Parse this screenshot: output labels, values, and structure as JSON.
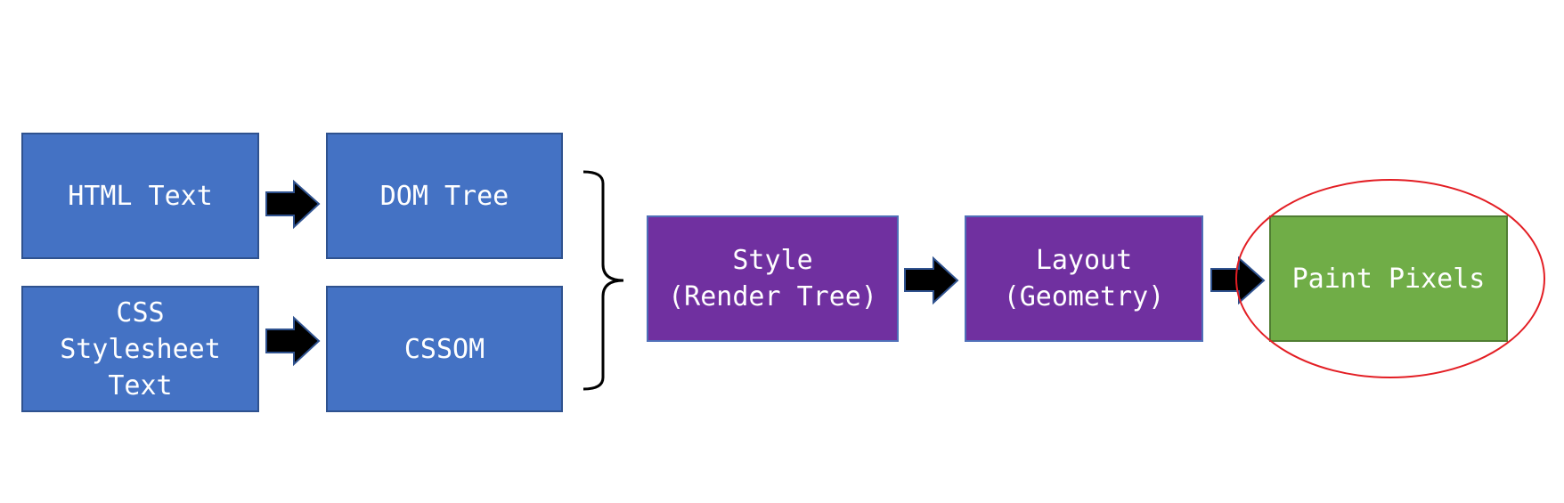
{
  "diagram": {
    "nodes": {
      "html_text": "HTML Text",
      "dom_tree": "DOM Tree",
      "css_text": "CSS\nStylesheet\nText",
      "cssom": "CSSOM",
      "style": "Style\n(Render Tree)",
      "layout": "Layout\n(Geometry)",
      "paint": "Paint Pixels"
    },
    "colors": {
      "input_box": "#4472c4",
      "pipeline_box": "#7030a0",
      "paint_box": "#70ad47",
      "arrow_fill": "#000000",
      "arrow_stroke": "#2f528f",
      "highlight_ellipse": "#e31e24"
    },
    "edges": [
      [
        "HTML Text",
        "DOM Tree"
      ],
      [
        "CSS\nStylesheet\nText",
        "CSSOM"
      ],
      [
        "DOM Tree",
        "Style\n(Render Tree)"
      ],
      [
        "CSSOM",
        "Style\n(Render Tree)"
      ],
      [
        "Style\n(Render Tree)",
        "Layout\n(Geometry)"
      ],
      [
        "Layout\n(Geometry)",
        "Paint Pixels"
      ]
    ],
    "highlighted_node": "Paint Pixels"
  }
}
